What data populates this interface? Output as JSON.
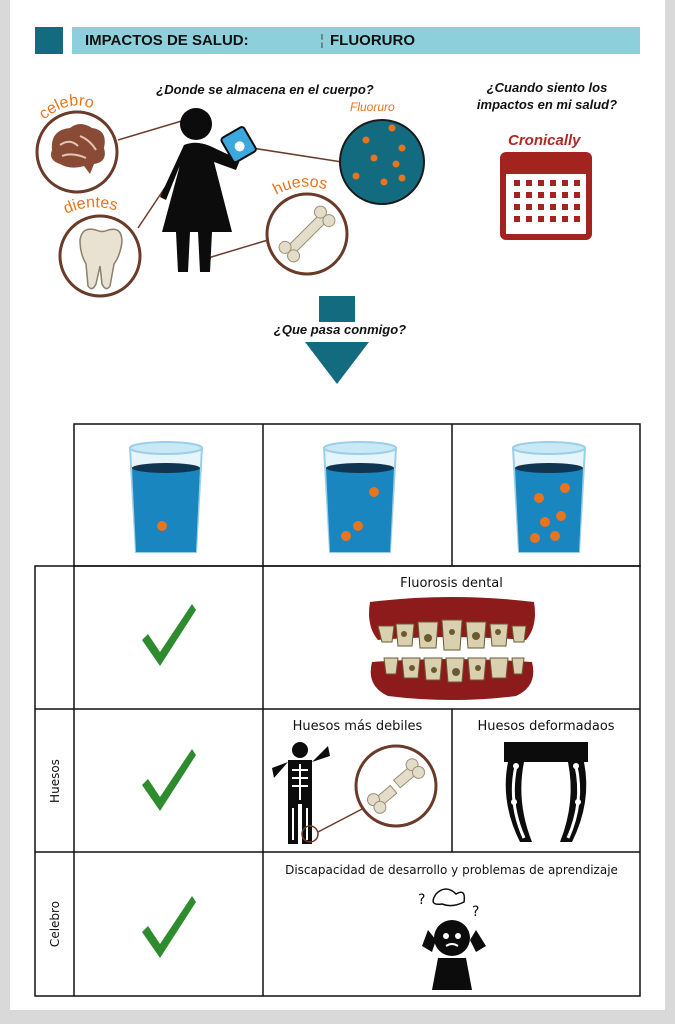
{
  "header": {
    "label": "IMPACTOS DE SALUD:",
    "separator": "¦",
    "substance": "FLUORURO"
  },
  "storage": {
    "question": "¿Donde se almacena en el cuerpo?",
    "fluoride_label": "Fluoruro",
    "organs": {
      "brain": "celebro",
      "teeth": "dientes",
      "bones": "huesos"
    }
  },
  "timing": {
    "question_line1": "¿Cuando siento los",
    "question_line2": "impactos en mi salud?",
    "answer": "Cronically"
  },
  "effects_question": "¿Que pasa conmigo?",
  "table": {
    "glasses_fluoride_dots": [
      1,
      3,
      6
    ],
    "rows": [
      {
        "side_label": "",
        "checked": true,
        "effects": [
          "Fluorosis dental"
        ]
      },
      {
        "side_label": "Huesos",
        "checked": true,
        "effects": [
          "Huesos más debiles",
          "Huesos deformadaos"
        ]
      },
      {
        "side_label": "Celebro",
        "checked": true,
        "effects": [
          "Discapacidad de desarrollo y problemas de aprendizaje"
        ]
      }
    ]
  },
  "colors": {
    "teal_dark": "#136b80",
    "teal_light": "#8ecfdc",
    "orange": "#e8741d",
    "dark_red": "#a3231e",
    "check_green": "#2e8b2e",
    "water": "#1a86c0"
  }
}
